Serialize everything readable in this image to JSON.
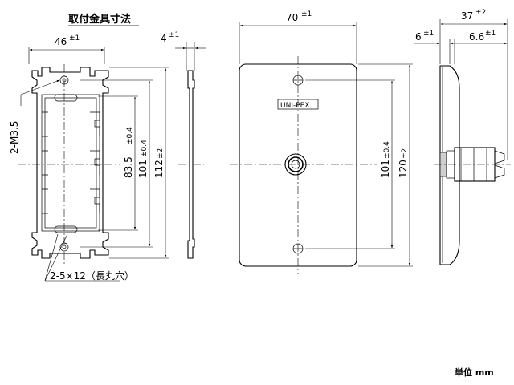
{
  "bracket_view": {
    "title": "取付金具寸法",
    "width_dim": "46",
    "width_tol": "±1",
    "screw_label": "2-M3.5",
    "hole_label": "2-5×12（長丸穴）",
    "pitch_inner": "83.5",
    "pitch_inner_tol": "±0.4",
    "pitch_mid": "101",
    "pitch_mid_tol": "±0.4",
    "height_dim": "112",
    "height_tol": "±2"
  },
  "bracket_side_view": {
    "thickness_dim": "4",
    "thickness_tol": "±1"
  },
  "front_view": {
    "width_dim": "70",
    "width_tol": "±1",
    "logo": "UNI-PEX",
    "pitch_dim": "101",
    "pitch_tol": "±0.4",
    "height_dim": "120",
    "height_tol": "±2"
  },
  "side_view": {
    "depth_dim": "37",
    "depth_tol": "±2",
    "plate_dim": "6",
    "plate_tol": "±1",
    "jack_dim": "6.6",
    "jack_tol": "±1"
  },
  "unit_label": "単位 mm"
}
